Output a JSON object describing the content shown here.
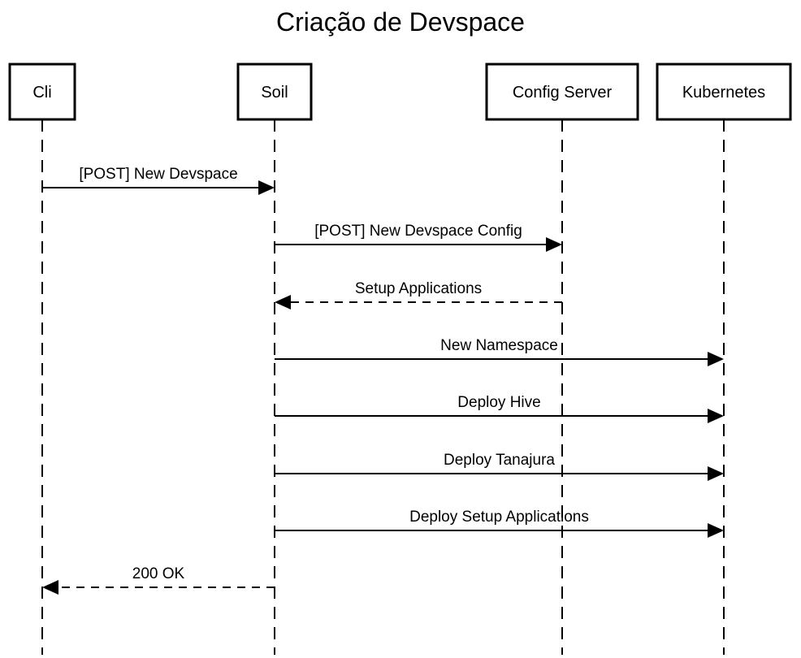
{
  "diagram": {
    "title": "Criação de Devspace",
    "actors": [
      {
        "id": "cli",
        "label": "Cli"
      },
      {
        "id": "soil",
        "label": "Soil"
      },
      {
        "id": "config-server",
        "label": "Config Server"
      },
      {
        "id": "kubernetes",
        "label": "Kubernetes"
      }
    ],
    "messages": [
      {
        "from": "cli",
        "to": "soil",
        "label": "[POST] New Devspace",
        "style": "solid"
      },
      {
        "from": "soil",
        "to": "config-server",
        "label": "[POST] New Devspace Config",
        "style": "solid"
      },
      {
        "from": "config-server",
        "to": "soil",
        "label": "Setup Applications",
        "style": "dashed"
      },
      {
        "from": "soil",
        "to": "kubernetes",
        "label": "New Namespace",
        "style": "solid"
      },
      {
        "from": "soil",
        "to": "kubernetes",
        "label": "Deploy Hive",
        "style": "solid"
      },
      {
        "from": "soil",
        "to": "kubernetes",
        "label": "Deploy Tanajura",
        "style": "solid"
      },
      {
        "from": "soil",
        "to": "kubernetes",
        "label": "Deploy Setup Applications",
        "style": "solid"
      },
      {
        "from": "soil",
        "to": "cli",
        "label": "200 OK",
        "style": "dashed"
      }
    ]
  }
}
